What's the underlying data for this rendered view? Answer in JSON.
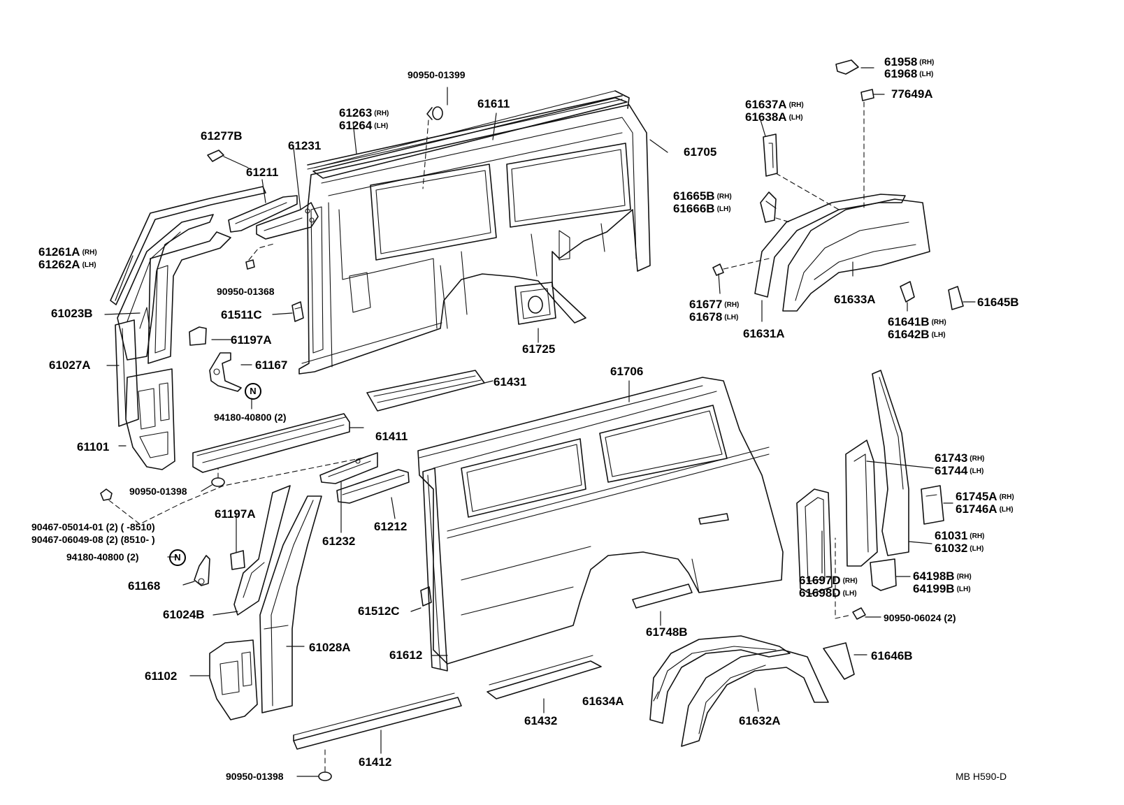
{
  "footer": {
    "code": "MB  H590-D"
  },
  "n_mark": "N",
  "labels": {
    "p90950_01399": "90950-01399",
    "p61611": "61611",
    "p61263": "61263",
    "p61263_sfx": "(RH)",
    "p61264": "61264",
    "p61264_sfx": "(LH)",
    "p61277B": "61277B",
    "p61231": "61231",
    "p61211": "61211",
    "p61705": "61705",
    "p61261A": "61261A",
    "p61261A_sfx": "(RH)",
    "p61262A": "61262A",
    "p61262A_sfx": "(LH)",
    "p90950_01368": "90950-01368",
    "p61023B": "61023B",
    "p61511C": "61511C",
    "p61197A_1": "61197A",
    "p61027A": "61027A",
    "p61167": "61167",
    "p94180_40800_a": "94180-40800 (2)",
    "p61101": "61101",
    "p61411": "61411",
    "p61431": "61431",
    "p61725": "61725",
    "p61706": "61706",
    "p61958": "61958",
    "p61958_sfx": "(RH)",
    "p61968": "61968",
    "p61968_sfx": "(LH)",
    "p77649A": "77649A",
    "p61637A": "61637A",
    "p61637A_sfx": "(RH)",
    "p61638A": "61638A",
    "p61638A_sfx": "(LH)",
    "p61665B": "61665B",
    "p61665B_sfx": "(RH)",
    "p61666B": "61666B",
    "p61666B_sfx": "(LH)",
    "p61677": "61677",
    "p61677_sfx": "(RH)",
    "p61678": "61678",
    "p61678_sfx": "(LH)",
    "p61631A": "61631A",
    "p61633A": "61633A",
    "p61641B": "61641B",
    "p61641B_sfx": "(RH)",
    "p61642B": "61642B",
    "p61642B_sfx": "(LH)",
    "p61645B": "61645B",
    "p90950_01398_a": "90950-01398",
    "p90467_05014": "90467-05014-01 (2) (      -8510)",
    "p90467_06049": "90467-06049-08 (2) (8510-      )",
    "p94180_40800_b": "94180-40800 (2)",
    "p61168": "61168",
    "p61197A_2": "61197A",
    "p61232": "61232",
    "p61212": "61212",
    "p61024B": "61024B",
    "p61512C": "61512C",
    "p61028A": "61028A",
    "p61102": "61102",
    "p61612": "61612",
    "p61432": "61432",
    "p61412": "61412",
    "p90950_01398_b": "90950-01398",
    "p61743": "61743",
    "p61743_sfx": "(RH)",
    "p61744": "61744",
    "p61744_sfx": "(LH)",
    "p61745A": "61745A",
    "p61745A_sfx": "(RH)",
    "p61746A": "61746A",
    "p61746A_sfx": "(LH)",
    "p61031": "61031",
    "p61031_sfx": "(RH)",
    "p61032": "61032",
    "p61032_sfx": "(LH)",
    "p61697D": "61697D",
    "p61697D_sfx": "(RH)",
    "p61698D": "61698D",
    "p61698D_sfx": "(LH)",
    "p64198B": "64198B",
    "p64198B_sfx": "(RH)",
    "p64199B": "64199B",
    "p64199B_sfx": "(LH)",
    "p61748B": "61748B",
    "p90950_06024": "90950-06024 (2)",
    "p61646B": "61646B",
    "p61634A": "61634A",
    "p61632A": "61632A"
  }
}
